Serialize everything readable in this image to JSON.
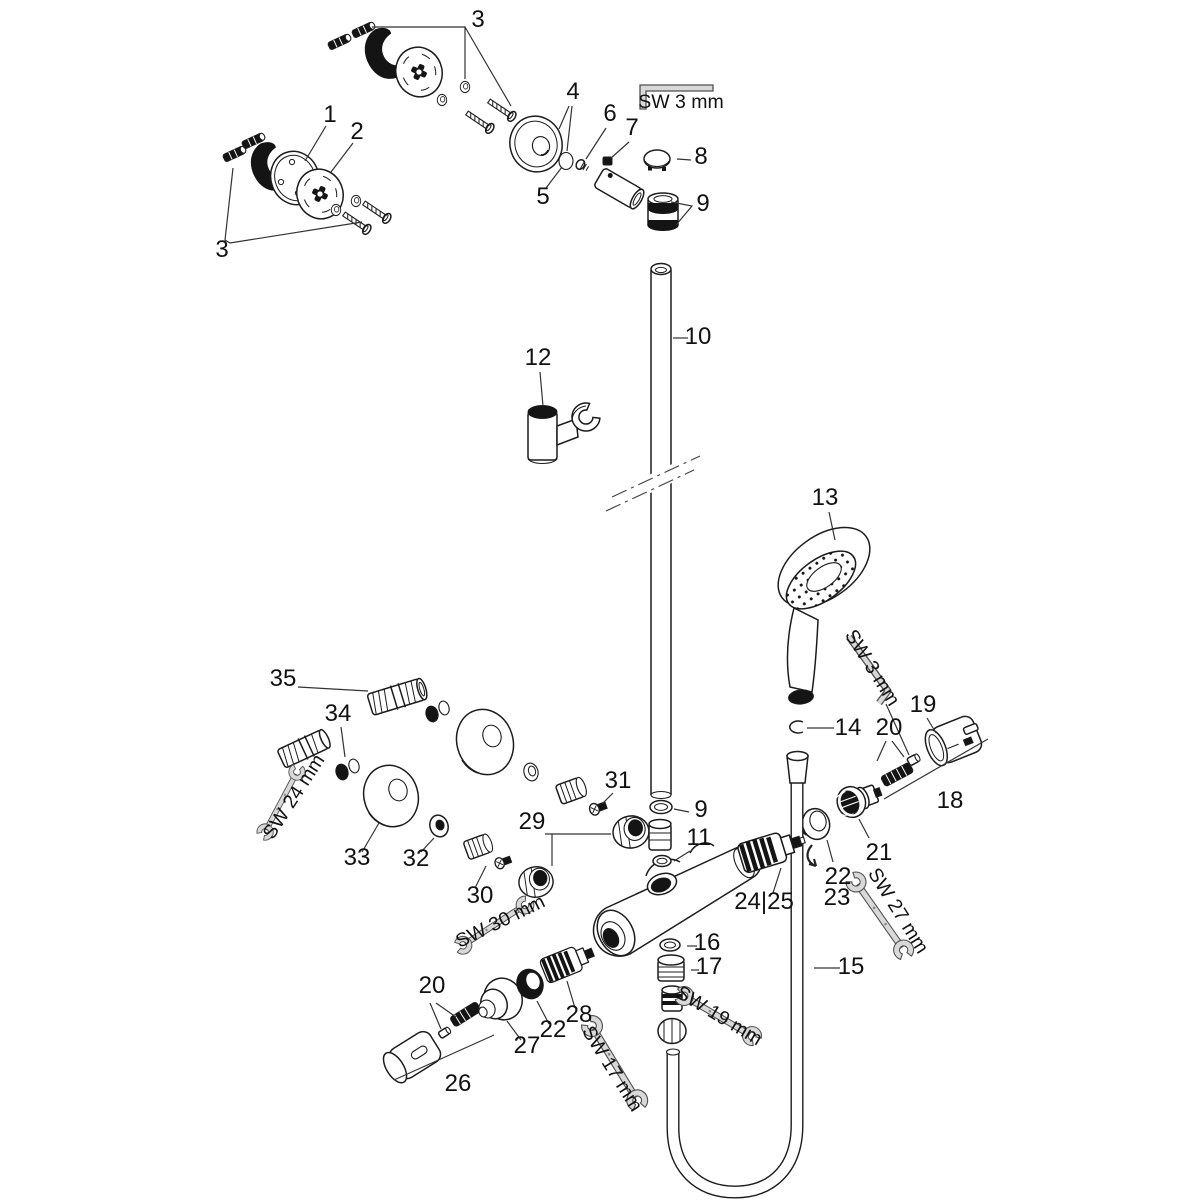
{
  "diagram": {
    "type": "exploded-parts-diagram",
    "subject": "shower set with thermostat, wall bar, hand shower and hose",
    "background": "#ffffff",
    "line_color": "#1c1c1c",
    "dark_fill": "#141414",
    "tool_fill": "#d9d9d9"
  },
  "part_labels": {
    "n1": "1",
    "n2": "2",
    "n3_top": "3",
    "n3_left": "3",
    "n4": "4",
    "n5": "5",
    "n6": "6",
    "n7": "7",
    "n8": "8",
    "n9_top": "9",
    "n9_mid": "9",
    "n10": "10",
    "n11": "11",
    "n12": "12",
    "n13": "13",
    "n14": "14",
    "n15": "15",
    "n16": "16",
    "n17": "17",
    "n18": "18",
    "n19": "19",
    "n20_right": "20",
    "n20_left": "20",
    "n21": "21",
    "n22_right": "22",
    "n22_left": "22",
    "n23": "23",
    "n24_25": "24|25",
    "n26": "26",
    "n27": "27",
    "n28": "28",
    "n29": "29",
    "n30": "30",
    "n31": "31",
    "n32": "32",
    "n33": "33",
    "n34": "34",
    "n35": "35"
  },
  "tool_labels": {
    "allen_top": "SW 3 mm",
    "allen_side": "SW 3 mm",
    "wrench_24": "SW 24 mm",
    "wrench_30": "SW 30 mm",
    "wrench_27": "SW 27 mm",
    "wrench_19": "SW 19 mm",
    "wrench_17": "SW 17 mm"
  }
}
